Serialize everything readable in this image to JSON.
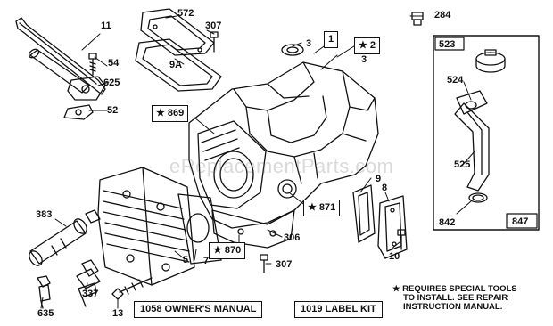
{
  "watermark": "eReplacementParts.com",
  "parts": {
    "p11": "11",
    "p54": "54",
    "p625": "625",
    "p52": "52",
    "p572": "572",
    "p307a": "307",
    "p9A": "9A",
    "p3a": "3",
    "p1": "1",
    "p2": "★ 2",
    "p3b": "3",
    "p284": "284",
    "p523": "523",
    "p524": "524",
    "p869": "★ 869",
    "p525": "525",
    "p842": "842",
    "p847": "847",
    "p9": "9",
    "p8": "8",
    "p871": "★ 871",
    "p383": "383",
    "p306": "306",
    "p7": "7",
    "p307b": "307",
    "p870": "★ 870",
    "p5": "5",
    "p10": "10",
    "p337": "337",
    "p635": "635",
    "p13": "13"
  },
  "manuals": {
    "owners": "1058 OWNER'S MANUAL",
    "label_kit": "1019 LABEL KIT"
  },
  "note": {
    "line1": "★ REQUIRES SPECIAL TOOLS",
    "line2": "TO INSTALL.  SEE REPAIR",
    "line3": "INSTRUCTION MANUAL."
  }
}
